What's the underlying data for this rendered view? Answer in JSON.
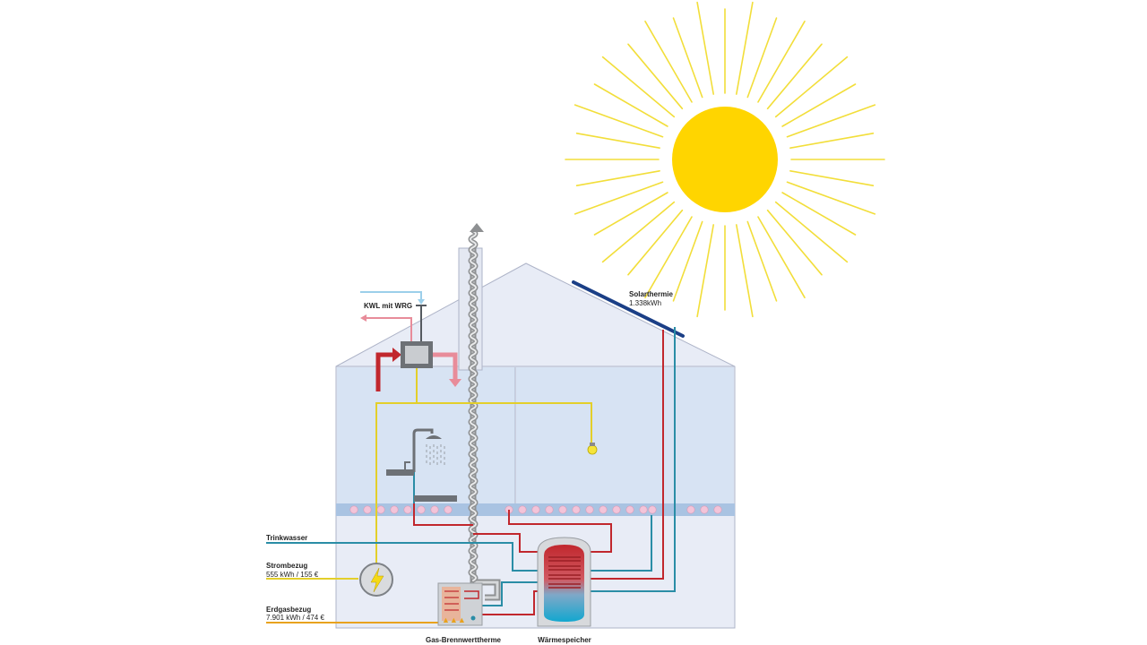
{
  "labels": {
    "kwl": "KWL mit WRG",
    "solar_title": "Solarthermie",
    "solar_value": "1.338kWh",
    "trinkwasser": "Trinkwasser",
    "strom_title": "Strombezug",
    "strom_value": "555 kWh / 155 €",
    "erdgas_title": "Erdgasbezug",
    "erdgas_value": "7.901 kWh / 474 €",
    "therme": "Gas-Brennwerttherme",
    "speicher": "Wärmespeicher"
  },
  "colors": {
    "sun": "#FFD500",
    "sun_ray": "#F2DE3A",
    "house_fill": "#E8ECF6",
    "house_room": "#D7E3F3",
    "house_stroke": "#AEB4C8",
    "floor_band": "#A9C3E2",
    "heating_dot": "#F3C4D9",
    "chimney": "#8E9092",
    "solar_panel": "#1B3F86",
    "hot_water": "#C1272D",
    "cold_water": "#2A8DA6",
    "electric": "#E3CF2A",
    "gas": "#E8A21E",
    "fresh_air": "#9CCFEA",
    "exhaust_air": "#E88C9A"
  },
  "icons": {
    "sun": "sun-icon",
    "lamp": "light-bulb-icon",
    "meter": "electricity-meter-icon",
    "shower": "shower-icon",
    "sink": "sink-icon",
    "ventilation": "ventilation-unit-icon",
    "boiler": "boiler-icon",
    "tank": "storage-tank-icon"
  }
}
